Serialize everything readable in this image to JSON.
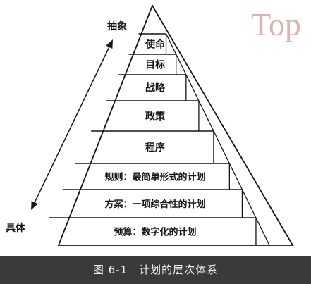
{
  "diagram": {
    "watermark": "Top",
    "label_top": "抽象",
    "label_bottom": "具体",
    "levels": [
      "使命",
      "目标",
      "战略",
      "政策",
      "程序",
      "规则：最简单形式的计划",
      "方案：一项综合性的计划",
      "预算：数字化的计划"
    ],
    "caption": "图 6-1　计划的层次体系",
    "colors": {
      "ink": "#151515",
      "caption_bg": "#3a3a3a",
      "caption_text": "#f2f2f2",
      "watermark": "#d9b3b0"
    }
  }
}
